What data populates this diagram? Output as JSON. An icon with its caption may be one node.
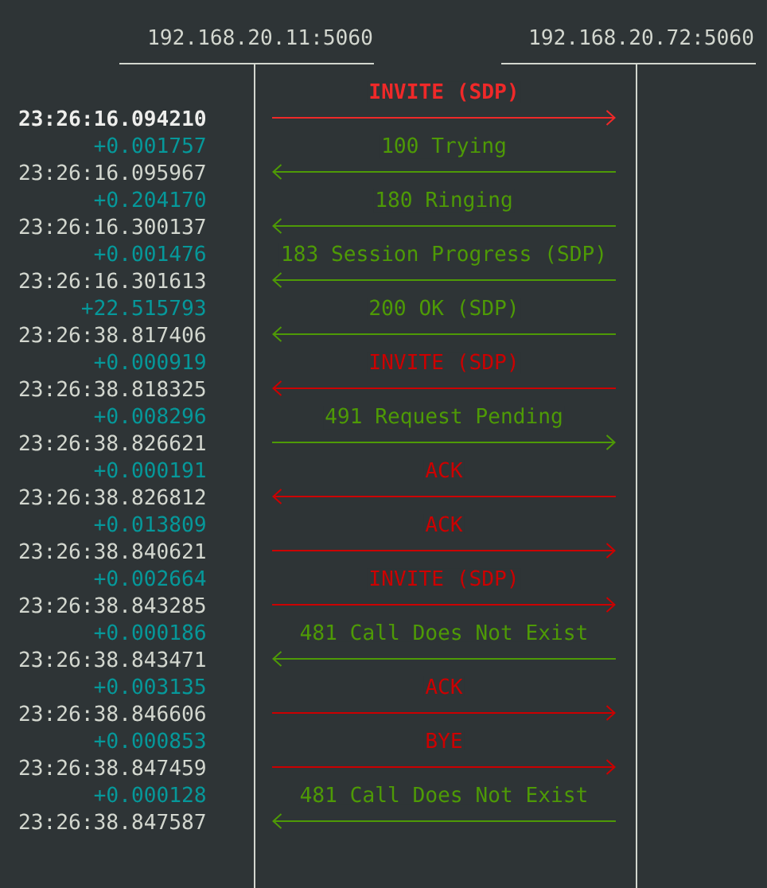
{
  "diagram": {
    "nodes": [
      {
        "text": [
          "192.168.20.11:5060"
        ]
      },
      {
        "text": [
          "192.168.20.72:5060"
        ]
      }
    ],
    "edges": [
      {
        "from": 0,
        "to": 1,
        "arrow": "to",
        "label": "INVITE (SDP)",
        "color": "#ef2929"
      },
      {
        "from": 1,
        "to": 0,
        "arrow": "to",
        "label": "100 Trying",
        "color": "#4e9a06"
      },
      {
        "from": 1,
        "to": 0,
        "arrow": "to",
        "label": "180 Ringing",
        "color": "#4e9a06"
      },
      {
        "from": 1,
        "to": 0,
        "arrow": "to",
        "label": "183 Session Progress (SDP)",
        "color": "#4e9a06"
      },
      {
        "from": 1,
        "to": 0,
        "arrow": "to",
        "label": "200 OK (SDP)",
        "color": "#4e9a06"
      },
      {
        "from": 1,
        "to": 0,
        "arrow": "to",
        "label": "INVITE (SDP)",
        "color": "#cc0000"
      },
      {
        "from": 0,
        "to": 1,
        "arrow": "to",
        "label": "491 Request Pending",
        "color": "#4e9a06"
      },
      {
        "from": 1,
        "to": 0,
        "arrow": "to",
        "label": "ACK",
        "color": "#cc0000"
      },
      {
        "from": 0,
        "to": 1,
        "arrow": "to",
        "label": "ACK",
        "color": "#cc0000"
      },
      {
        "from": 0,
        "to": 1,
        "arrow": "to",
        "label": "INVITE (SDP)",
        "color": "#cc0000"
      },
      {
        "from": 1,
        "to": 0,
        "arrow": "to",
        "label": "481 Call Does Not Exist",
        "color": "#4e9a06"
      },
      {
        "from": 0,
        "to": 1,
        "arrow": "to",
        "label": "ACK",
        "color": "#cc0000"
      },
      {
        "from": 0,
        "to": 1,
        "arrow": "to",
        "label": "BYE",
        "color": "#cc0000"
      },
      {
        "from": 1,
        "to": 0,
        "arrow": "to",
        "label": "481 Call Does Not Exist",
        "color": "#4e9a06"
      }
    ],
    "labels": [
      "23:26:16.094210",
      "+0.001757",
      "23:26:16.095967",
      "+0.204170",
      "23:26:16.300137",
      "+0.001476",
      "23:26:16.301613",
      "+22.515793",
      "23:26:38.817406",
      "+0.000919",
      "23:26:38.818325",
      "+0.008296",
      "23:26:38.826621",
      "+0.000191",
      "23:26:38.826812",
      "+0.013809",
      "23:26:38.840621",
      "+0.002664",
      "23:26:38.843285",
      "+0.000186",
      "23:26:38.843471",
      "+0.003135",
      "23:26:38.846606",
      "+0.000853",
      "23:26:38.847459",
      "+0.000128",
      "23:26:38.847587"
    ]
  }
}
